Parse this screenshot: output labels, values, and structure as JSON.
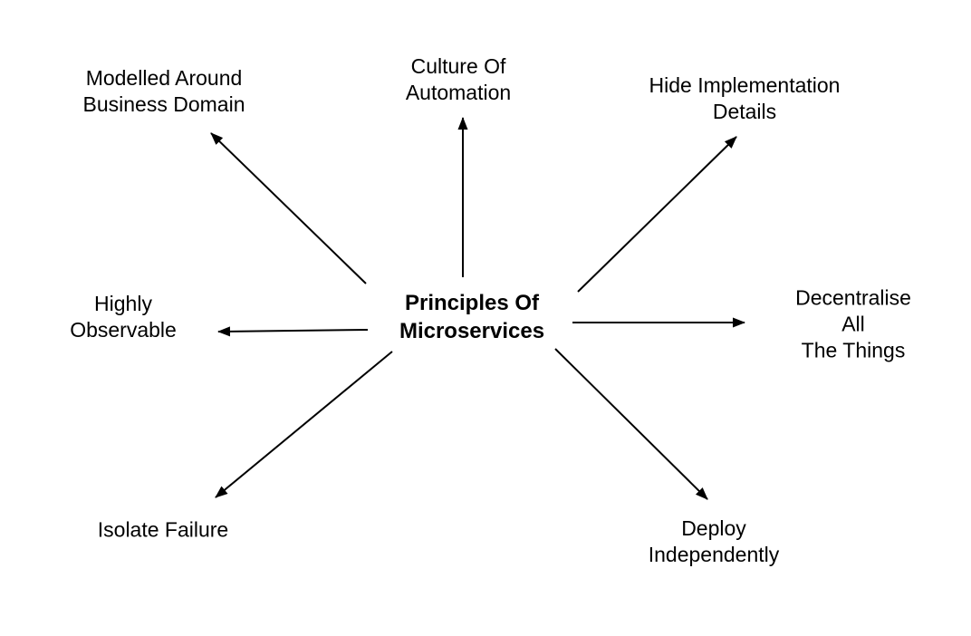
{
  "diagram": {
    "type": "mind-map",
    "colors": {
      "background": "#ffffff",
      "ink": "#000000"
    },
    "center": {
      "label": "Principles Of\nMicroservices"
    },
    "nodes": [
      {
        "id": "modelled-around-business-domain",
        "label": "Modelled Around\nBusiness Domain",
        "position": "top-left"
      },
      {
        "id": "culture-of-automation",
        "label": "Culture Of\nAutomation",
        "position": "top"
      },
      {
        "id": "hide-implementation-details",
        "label": "Hide Implementation\nDetails",
        "position": "top-right"
      },
      {
        "id": "decentralise-all-the-things",
        "label": "Decentralise All\nThe Things",
        "position": "right"
      },
      {
        "id": "deploy-independently",
        "label": "Deploy\nIndependently",
        "position": "bottom-right"
      },
      {
        "id": "isolate-failure",
        "label": "Isolate Failure",
        "position": "bottom-left"
      },
      {
        "id": "highly-observable",
        "label": "Highly\nObservable",
        "position": "left"
      }
    ]
  }
}
